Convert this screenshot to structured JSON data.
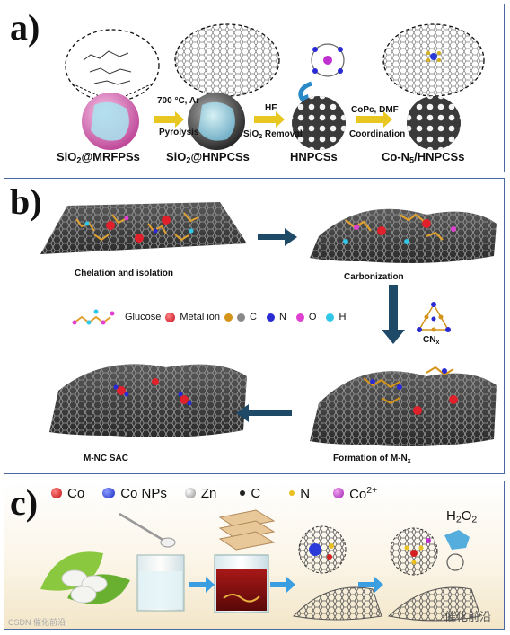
{
  "panel_a": {
    "label": "a)",
    "materials": [
      "SiO",
      "2",
      "@MRFPSs",
      "SiO",
      "2",
      "@HNPCSs",
      "HNPCSs",
      "Co-N",
      "5",
      "/HNPCSs"
    ],
    "step1": {
      "line1": "700 °C, Ar",
      "line2": "Pyrolysis"
    },
    "step2": {
      "line1": "HF",
      "line2_pre": "SiO",
      "line2_sub": "2",
      "line2_post": " Removal"
    },
    "step3": {
      "line1": "CoPc, DMF",
      "line2": "Coordination"
    }
  },
  "panel_b": {
    "label": "b)",
    "chelation": "Chelation and isolation",
    "carbonization": "Carbonization",
    "formation_pre": "Formation of M-N",
    "formation_sub": "x",
    "mnc": "M-NC SAC",
    "cnx_pre": "CN",
    "cnx_sub": "x",
    "legend": [
      {
        "text": "Glucose",
        "color": "#e0204a"
      },
      {
        "text": "Metal ion",
        "color": "#e0202a"
      },
      {
        "text": "C",
        "color": "#d4941a"
      },
      {
        "text": "N",
        "color": "#2a2ad4"
      },
      {
        "text": "O",
        "color": "#e040d0"
      },
      {
        "text": "H",
        "color": "#30c8e8"
      }
    ]
  },
  "panel_c": {
    "label": "c)",
    "legend": [
      "Co",
      "Co NPs",
      "Zn",
      "C",
      "N",
      "Co"
    ],
    "co2_sup": "2+",
    "h2o2_pre": "H",
    "h2o2_sub1": "2",
    "h2o2_mid": "O",
    "h2o2_sub2": "2",
    "colors": {
      "co": "#d42020",
      "co_nps": "#2a3ad8",
      "zn": "#c8c8c8",
      "c": "#222222",
      "n": "#e8c020",
      "co2": "#c030d0",
      "arrow": "#3a9ee0"
    }
  },
  "watermark": {
    "left": "CSDN 催化前沿",
    "right": "催化前沿"
  }
}
